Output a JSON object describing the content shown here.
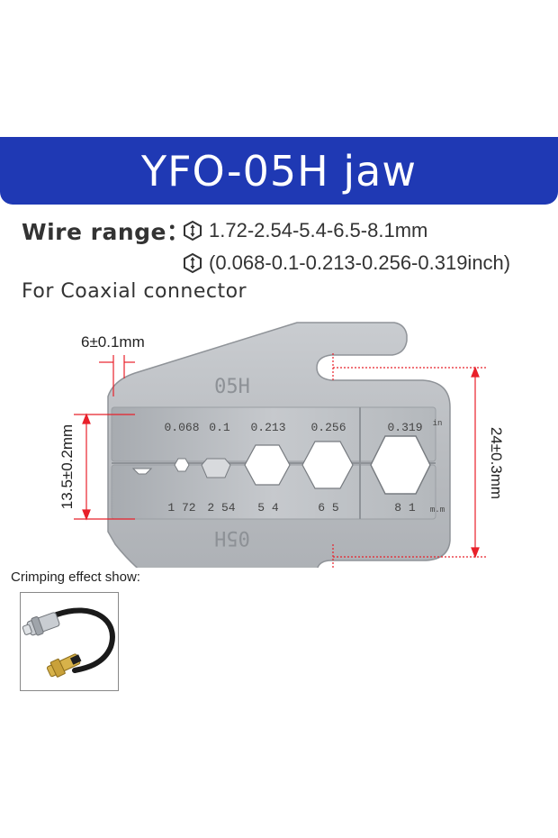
{
  "banner": {
    "title": "YFO-05H jaw",
    "color": "#1f39b4"
  },
  "spec": {
    "label": "Wire range：",
    "mm_line": "1.72-2.54-5.4-6.5-8.1mm",
    "inch_line": "(0.068-0.1-0.213-0.256-0.319inch)",
    "icon": "diameter-icon"
  },
  "subtitle": "For Coaxial connector",
  "jaw": {
    "top_mark": "05H",
    "bottom_mark": "05H",
    "inch_values": [
      "0.068",
      "0.1",
      "0.213",
      "0.256",
      "0.319"
    ],
    "inch_unit": "in",
    "mm_values": [
      "1 72",
      "2 54",
      "5 4",
      "6 5",
      "8 1"
    ],
    "mm_unit": "m.m",
    "dim_width": "6±0.1mm",
    "dim_height": "13.5±0.2mm",
    "dim_span": "24±0.3mm",
    "dim_color": "#e8202a",
    "metal_color": "#b9bcc0"
  },
  "effect": {
    "label": "Crimping effect show:"
  }
}
